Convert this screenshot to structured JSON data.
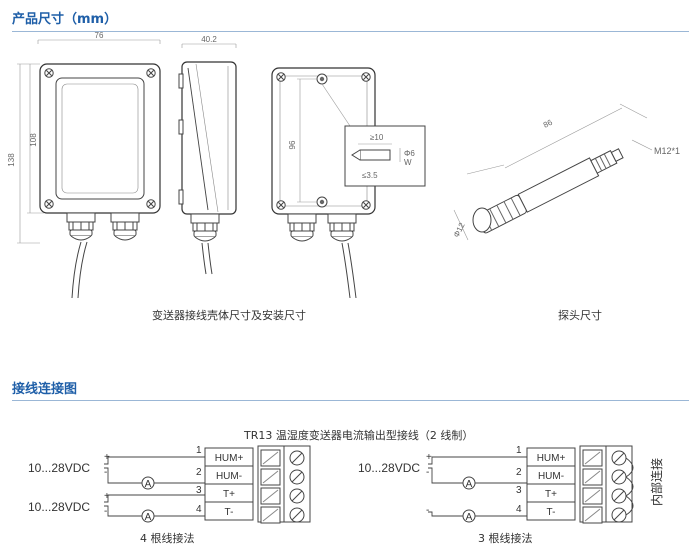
{
  "product_dimensions": {
    "title": "产品尺寸（mm）",
    "housing_caption": "变送器接线壳体尺寸及安装尺寸",
    "probe_caption": "探头尺寸",
    "dims": {
      "width": "76",
      "depth": "40.2",
      "body_height": "108",
      "total_height": "138",
      "mount_height": "96",
      "slot_min": "≥10",
      "slot_width": "Φ6",
      "slot_w": "W",
      "slot_max": "≤3.5",
      "probe_length": "86",
      "probe_thread": "M12*1",
      "probe_diameter": "Φ12"
    }
  },
  "wiring": {
    "title": "接线连接图",
    "diagram_title": "TR13  温湿度变送器电流输出型接线（2 线制）",
    "four_wire": {
      "caption": "4  根线接法",
      "supply1": "10...28VDC",
      "supply2": "10...28VDC",
      "meter": "A",
      "pins": [
        "1",
        "2",
        "3",
        "4"
      ],
      "labels": [
        "HUM+",
        "HUM-",
        "T+",
        "T-"
      ],
      "plus": "+",
      "minus": "-"
    },
    "three_wire": {
      "caption": "3  根线接法",
      "supply": "10...28VDC",
      "meter": "A",
      "pins": [
        "1",
        "2",
        "3",
        "4"
      ],
      "labels": [
        "HUM+",
        "HUM-",
        "T+",
        "T-"
      ],
      "plus": "+",
      "minus": "-",
      "internal": "内部连接"
    }
  }
}
